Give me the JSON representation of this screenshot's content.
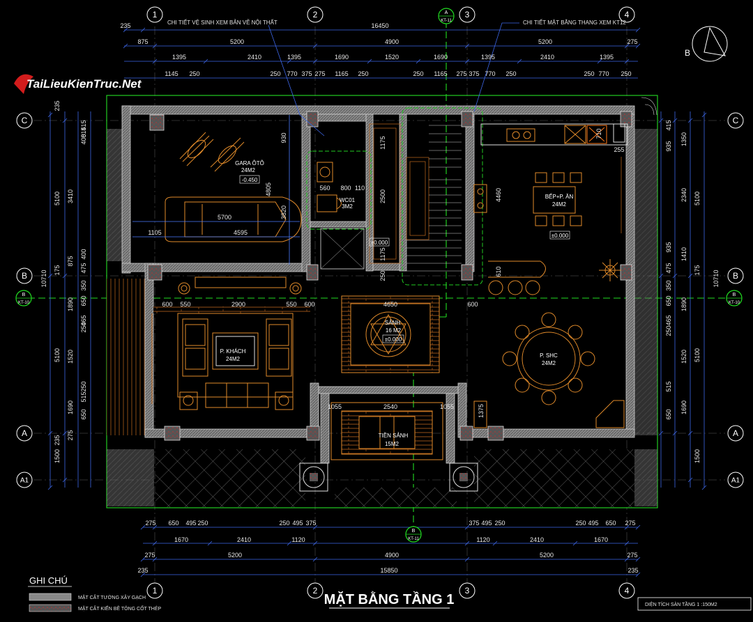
{
  "title": "MẶT BẰNG TẦNG 1",
  "logo": "TaiLieuKienTruc.Net",
  "notes": {
    "top_left": "CHI TIẾT VỆ SINH XEM BẢN VẼ NỘI THẤT",
    "top_right": "CHI TIẾT MẶT BẰNG THANG XEM KT12"
  },
  "legend": {
    "heading": "GHI CHÚ",
    "items": [
      "MẶT CẮT TƯỜNG XÂY GẠCH",
      "MẶT CẮT KIẾN BÊ TÔNG CỐT THÉP"
    ]
  },
  "area_box": "DIỆN TÍCH SÀN TẦNG 1 :150M2",
  "compass": "B",
  "grid_cols": [
    "1",
    "2",
    "3",
    "4"
  ],
  "grid_rows": [
    "C",
    "B",
    "A",
    "A1"
  ],
  "section_marks": [
    {
      "letter": "A",
      "sheet": "KT-11"
    },
    {
      "letter": "B",
      "sheet": "KT-11"
    },
    {
      "letter": "B",
      "sheet": "KT-10"
    }
  ],
  "rooms": {
    "garage": {
      "name": "GARA ÔTÔ",
      "area": "24M2",
      "level": "-0.450"
    },
    "wc": {
      "name": "WC01",
      "area": "3M2"
    },
    "kitchen": {
      "name": "BẾP+P. ĂN",
      "area": "24M2",
      "level": "±0.000"
    },
    "living": {
      "name": "P. KHÁCH",
      "area": "24M2"
    },
    "hall": {
      "name": "SẢNH",
      "area": "16 M2",
      "level": "±0.000"
    },
    "family": {
      "name": "P. SHC",
      "area": "24M2"
    },
    "porch": {
      "name": "TIỀN SẢNH",
      "area": "15M2"
    },
    "stair_level": "±0.000"
  },
  "dims": {
    "top_total": "16450",
    "top_row1": [
      "235",
      "875",
      "5200",
      "4900",
      "5200",
      "275"
    ],
    "top_row2": [
      "1395",
      "2410",
      "1395",
      "1690",
      "1520",
      "1690",
      "1395",
      "2410",
      "1395"
    ],
    "top_row3": [
      "1145",
      "250",
      "250",
      "770",
      "375",
      "275",
      "1165",
      "250",
      "250",
      "1165",
      "275",
      "375",
      "770",
      "250",
      "250",
      "770",
      "250"
    ],
    "bottom_total": "15850",
    "bottom_row1": [
      "275",
      "5200",
      "4900",
      "5200",
      "275"
    ],
    "bottom_row2": [
      "1670",
      "2410",
      "1120",
      "1120",
      "2410",
      "1670"
    ],
    "bottom_row3": [
      "275",
      "650",
      "495",
      "250",
      "250",
      "495",
      "375",
      "375",
      "495",
      "250",
      "250",
      "495",
      "650",
      "275"
    ],
    "bottom_edge": [
      "235",
      "235"
    ],
    "left_total": "10710",
    "left_outer": [
      "235",
      "5100",
      "175",
      "5100",
      "235",
      "1500"
    ],
    "left_mid": [
      "3410",
      "875",
      "1890",
      "1520",
      "1690",
      "275"
    ],
    "left_inner": [
      "815",
      "415",
      "400",
      "400",
      "475",
      "350",
      "650",
      "250",
      "465",
      "250",
      "515",
      "650"
    ],
    "right_total": "10710",
    "right_outer": [
      "5100",
      "175",
      "5100",
      "1500"
    ],
    "right_mid": [
      "1350",
      "2340",
      "1410",
      "1890",
      "1520",
      "1690"
    ],
    "right_inner": [
      "415",
      "935",
      "935",
      "475",
      "350",
      "650",
      "465",
      "250",
      "515",
      "650"
    ],
    "interior": {
      "garage_len": "5700",
      "garage_width": "3820",
      "garage_mid": "4595",
      "garage_left": "1105",
      "garage_depth": "4805",
      "wc_930": "930",
      "wc_widths": [
        "560",
        "800",
        "110"
      ],
      "stair_2500": "2500",
      "stair_1175a": "1175",
      "stair_1175b": "1175",
      "stair_250": "250",
      "kitchen_4460": "4460",
      "kitchen_710": "710",
      "kitchen_255": "255",
      "kitchen_610": "610",
      "living_row": [
        "600",
        "550",
        "2900",
        "550",
        "600"
      ],
      "hall_4650": "4650",
      "right_600": "600",
      "porch_row": [
        "1055",
        "2540",
        "1055"
      ],
      "porch_1375": "1375"
    }
  }
}
